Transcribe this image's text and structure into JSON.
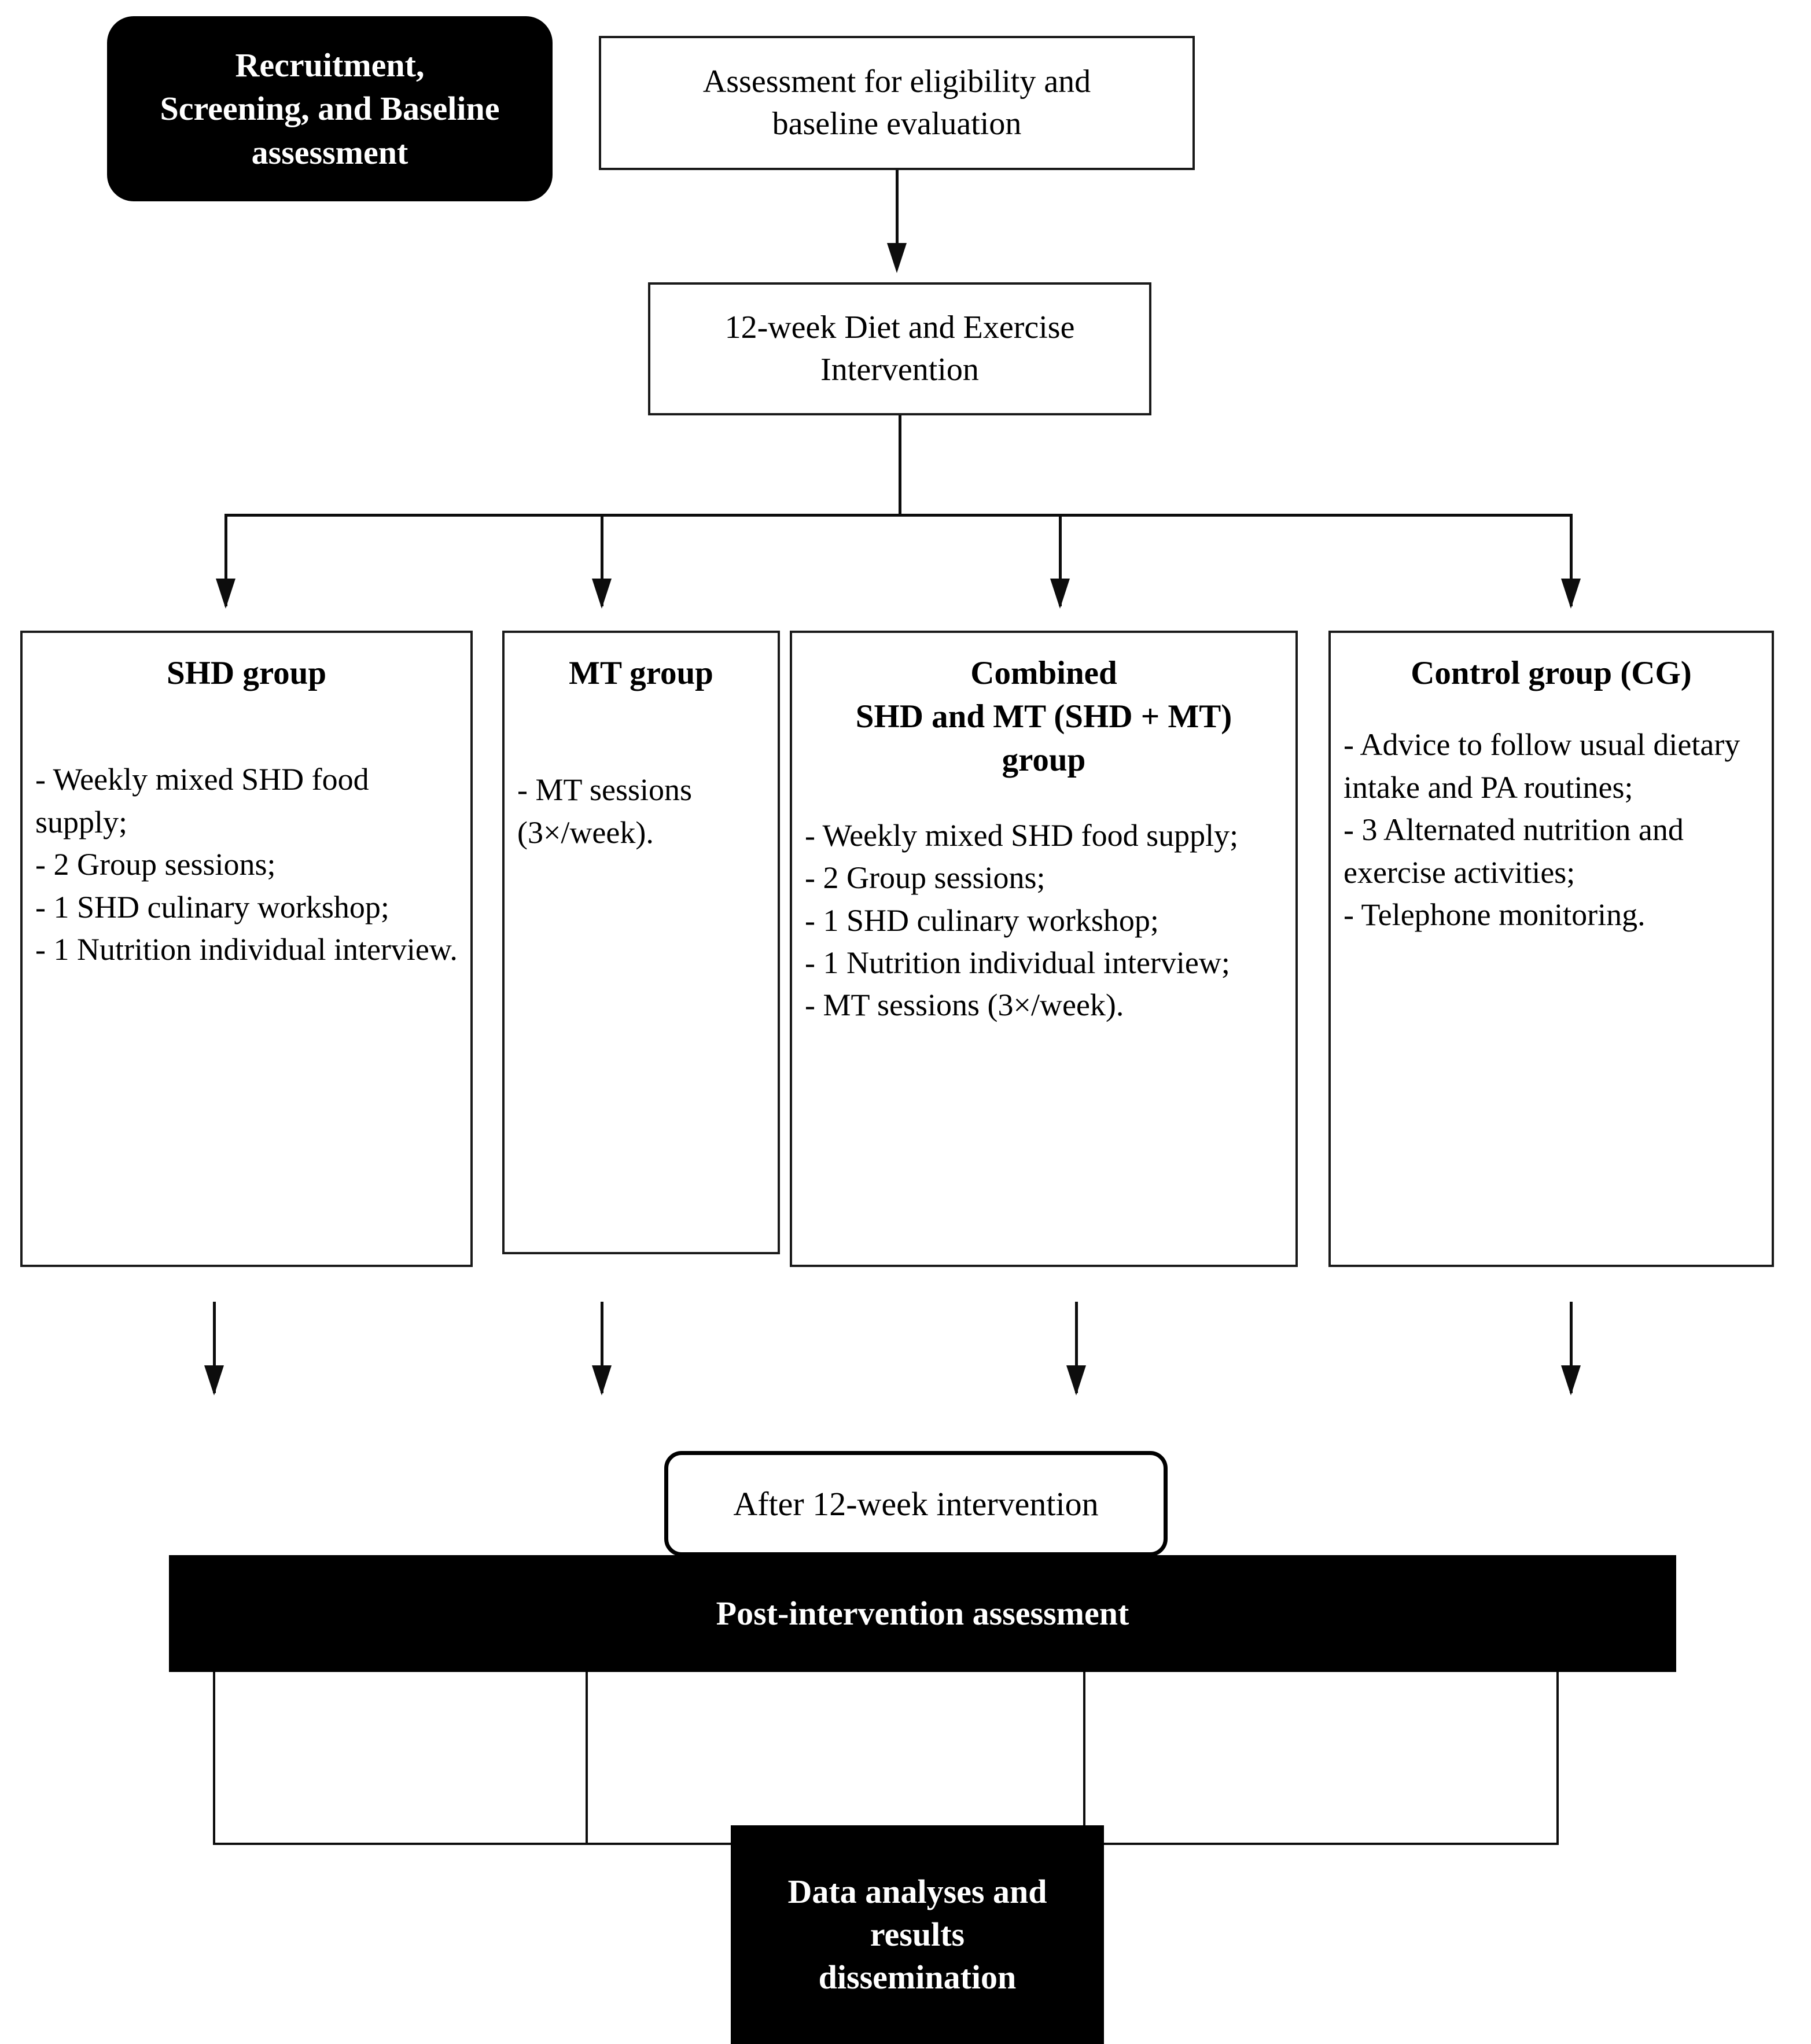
{
  "diagram": {
    "title": "Study design flowchart: 12-week diet and exercise intervention trial",
    "colors": {
      "fill_black": "#000000",
      "fill_white": "#ffffff",
      "stroke": "#1a1a1a",
      "text_on_black": "#ffffff"
    }
  },
  "phase_labels": {
    "recruitment": "Recruitment,\nScreening, and Baseline\nassessment",
    "post_followup": "After 12-week intervention"
  },
  "nodes": {
    "assessment": "Assessment for eligibility and\nbaseline evaluation",
    "intervention": "12-week Diet and Exercise\nIntervention",
    "post_assessment": "Post-intervention assessment",
    "data_analyses": "Data analyses and\nresults\ndissemination"
  },
  "groups": [
    {
      "id": "shd",
      "title": "SHD group",
      "body": "- Weekly mixed SHD food supply;\n- 2 Group sessions;\n- 1 SHD culinary workshop;\n- 1 Nutrition individual interview."
    },
    {
      "id": "mt",
      "title": "MT group",
      "body": "- MT sessions (3×/week)."
    },
    {
      "id": "combined",
      "title": "Combined\nSHD and MT (SHD + MT)\ngroup",
      "body": "-  Weekly mixed SHD food supply;\n- 2 Group sessions;\n- 1 SHD culinary workshop;\n- 1 Nutrition individual interview;\n- MT sessions (3×/week)."
    },
    {
      "id": "control",
      "title": "Control group (CG)",
      "body": "- Advice to follow usual dietary intake and PA routines;\n- 3 Alternated nutrition and exercise activities;\n- Telephone monitoring."
    }
  ]
}
